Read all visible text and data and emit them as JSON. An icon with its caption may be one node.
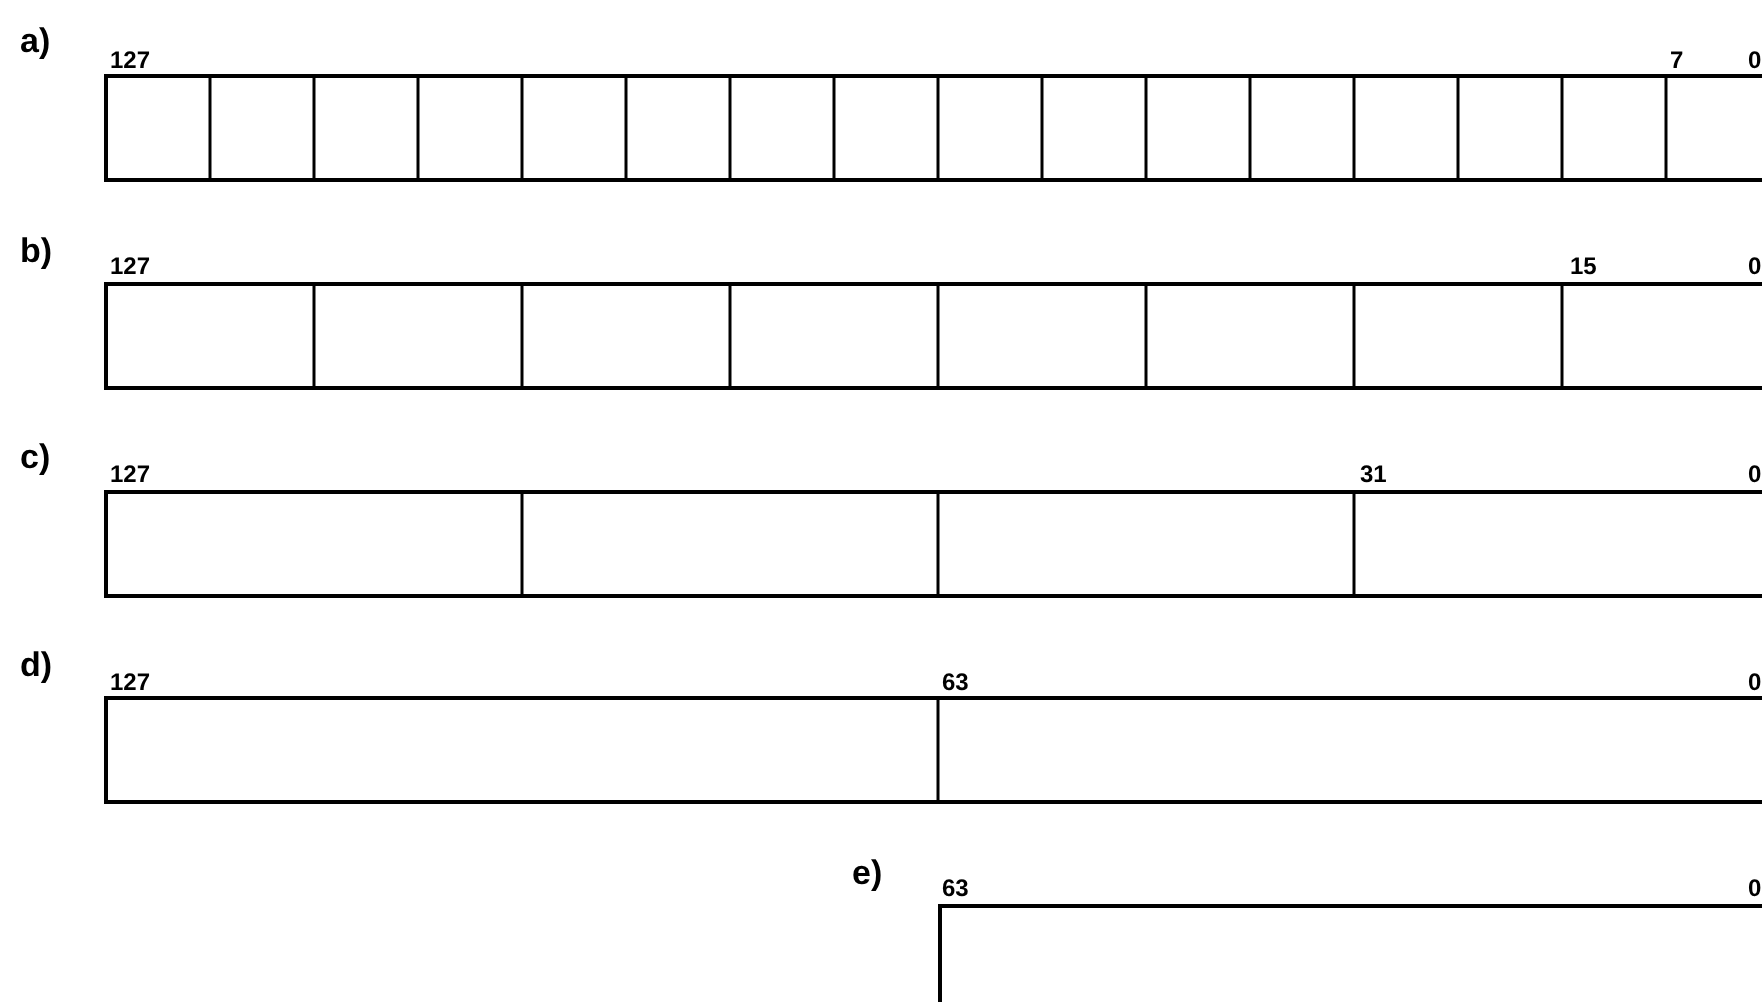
{
  "diagram": {
    "labels": [
      "a)",
      "127",
      "7",
      "0",
      "b)",
      "127",
      "15",
      "0",
      "c)",
      "127",
      "31",
      "0",
      "d)",
      "127",
      "63",
      "0",
      "e)",
      "63",
      "0"
    ]
  }
}
